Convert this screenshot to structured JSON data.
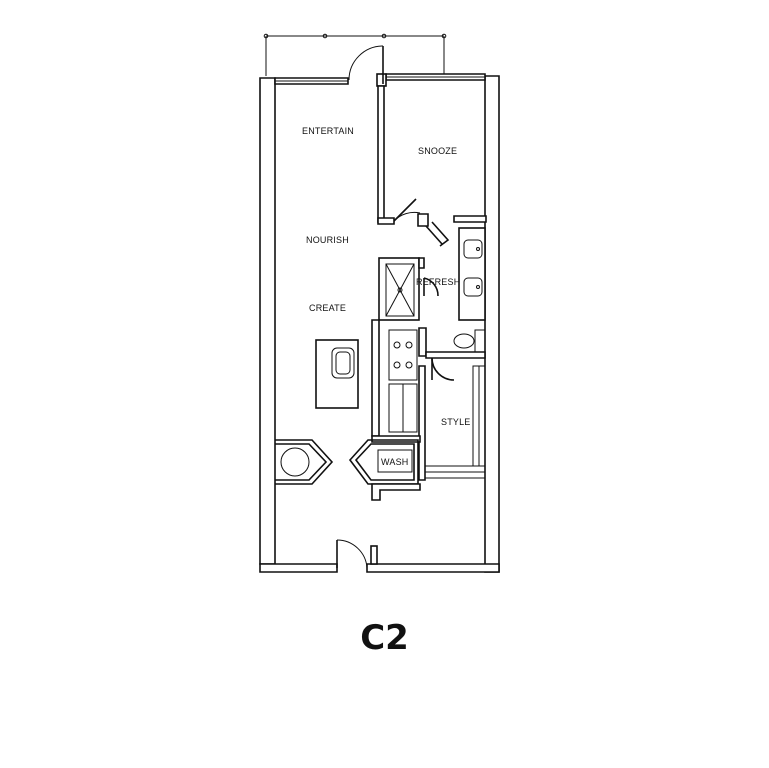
{
  "plan": {
    "title": "C2",
    "rooms": {
      "entertain": "ENTERTAIN",
      "snooze": "SNOOZE",
      "nourish": "NOURISH",
      "create": "CREATE",
      "refresh": "REFRESH",
      "style": "STYLE",
      "wash": "WASH"
    }
  },
  "colors": {
    "line": "#111111",
    "background": "#ffffff"
  }
}
